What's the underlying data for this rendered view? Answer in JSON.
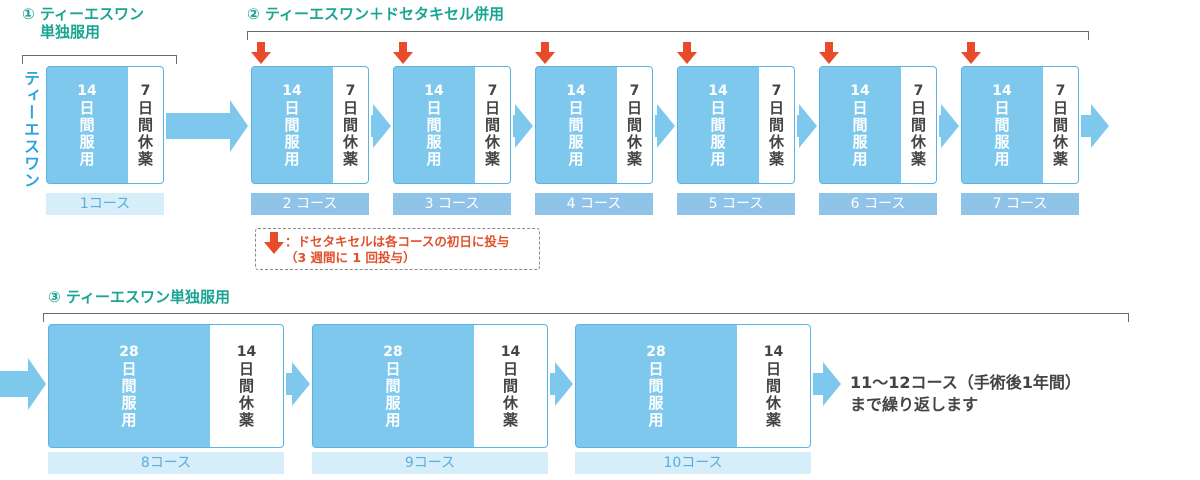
{
  "sections": [
    {
      "label_line1": "① ティーエスワン",
      "label_line2": "単独服用"
    },
    {
      "label_line1": "② ティーエスワン＋ドセタキセル併用"
    },
    {
      "label_line1": "③ ティーエスワン単独服用"
    }
  ],
  "vertical_label": "ティーエスワン",
  "row1": {
    "admin_days": "14",
    "admin_chars": [
      "日",
      "間",
      "服",
      "用"
    ],
    "rest_days": "7",
    "rest_chars": [
      "日",
      "間",
      "休",
      "薬"
    ],
    "courses": [
      "1コース",
      "2 コース",
      "3 コース",
      "4 コース",
      "5 コース",
      "6 コース",
      "7 コース"
    ]
  },
  "note": {
    "line1": "：ドセタキセルは各コースの初日に投与",
    "line2": "（3 週間に 1 回投与）"
  },
  "row2": {
    "admin_days": "28",
    "admin_chars": [
      "日",
      "間",
      "服",
      "用"
    ],
    "rest_days": "14",
    "rest_chars": [
      "日",
      "間",
      "休",
      "薬"
    ],
    "courses": [
      "8コース",
      "9コース",
      "10コース"
    ]
  },
  "final": {
    "line1": "11～12コース（手術後1年間）",
    "line2": "まで繰り返します"
  },
  "colors": {
    "teal": "#1aa592",
    "card_blue": "#7ec8ee",
    "arrow_blue": "#7ec8ee",
    "red_arrow": "#e84a2a",
    "label_bg_light": "#d6eefa",
    "label_bg_dark": "#8fc3e8"
  }
}
